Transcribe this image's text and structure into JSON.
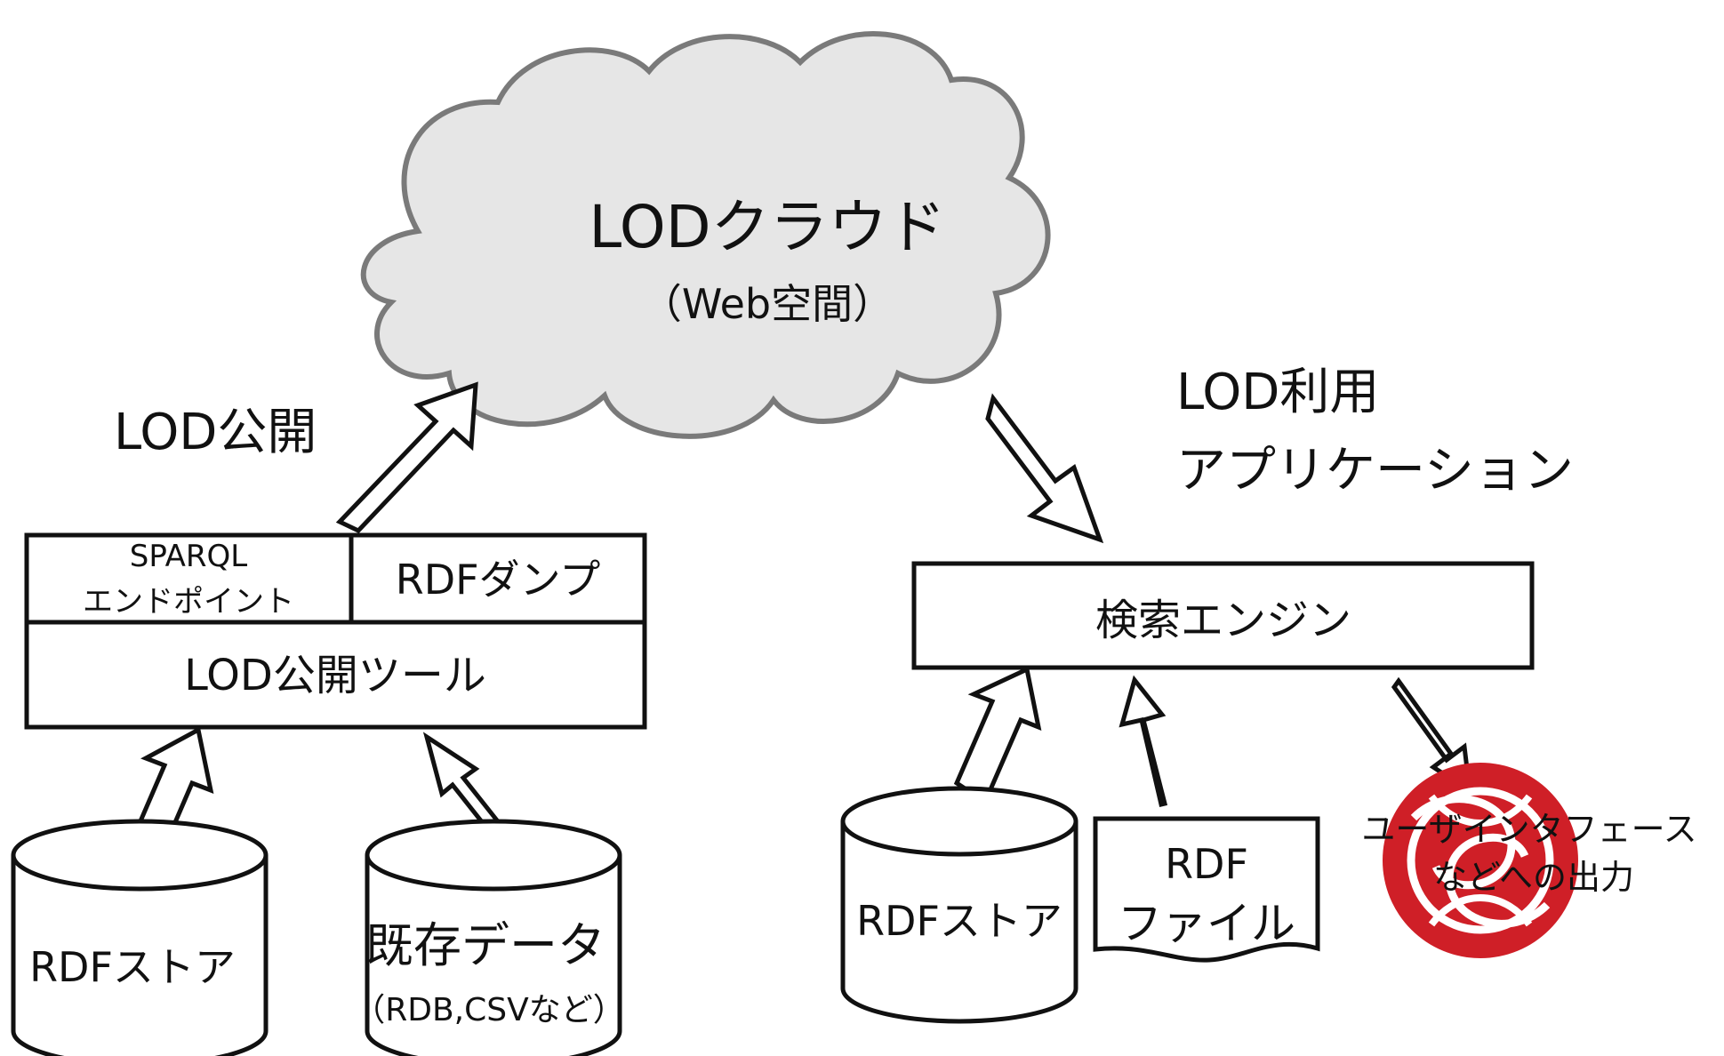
{
  "cloud": {
    "title": "LODクラウド",
    "subtitle": "（Web空間）"
  },
  "labels": {
    "publish": "LOD公開",
    "use_line1": "LOD利用",
    "use_line2": "アプリケーション"
  },
  "publish_stack": {
    "sparql_line1": "SPARQL",
    "sparql_line2": "エンドポイント",
    "rdf_dump": "RDFダンプ",
    "tool": "LOD公開ツール"
  },
  "left_sources": {
    "rdf_store": "RDFストア",
    "existing_line1": "既存データ",
    "existing_line2": "（RDB,CSVなど）"
  },
  "right_side": {
    "search_engine": "検索エンジン",
    "rdf_store": "RDFストア",
    "rdf_file_line1": "RDF",
    "rdf_file_line2": "ファイル",
    "output_line1": "ユーザインタフェース",
    "output_line2": "などへの出力"
  },
  "colors": {
    "cloud_fill": "#e6e6e6",
    "cloud_stroke": "#7a7a7a",
    "logo_red": "#cf1f27"
  }
}
